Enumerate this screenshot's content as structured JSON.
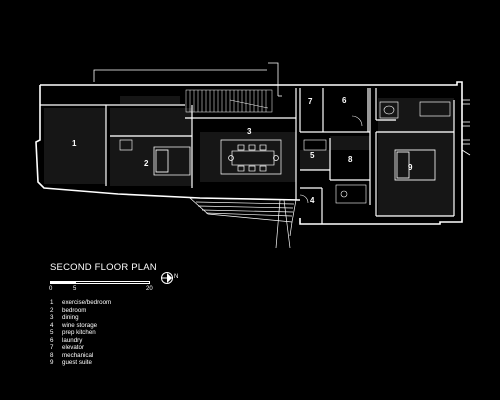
{
  "legend": {
    "title": "SECOND FLOOR PLAN",
    "scale_ticks": [
      "0",
      "5",
      "20"
    ],
    "north_label": "N",
    "items": [
      {
        "num": "1",
        "label": "exercise/bedroom"
      },
      {
        "num": "2",
        "label": "bedroom"
      },
      {
        "num": "3",
        "label": "dining"
      },
      {
        "num": "4",
        "label": "wine storage"
      },
      {
        "num": "5",
        "label": "prep kitchen"
      },
      {
        "num": "6",
        "label": "laundry"
      },
      {
        "num": "7",
        "label": "elevator"
      },
      {
        "num": "8",
        "label": "mechanical"
      },
      {
        "num": "9",
        "label": "guest suite"
      }
    ]
  },
  "room_labels": [
    "1",
    "2",
    "3",
    "4",
    "5",
    "6",
    "7",
    "8",
    "9"
  ],
  "colors": {
    "background": "#000000",
    "line": "#ffffff"
  }
}
